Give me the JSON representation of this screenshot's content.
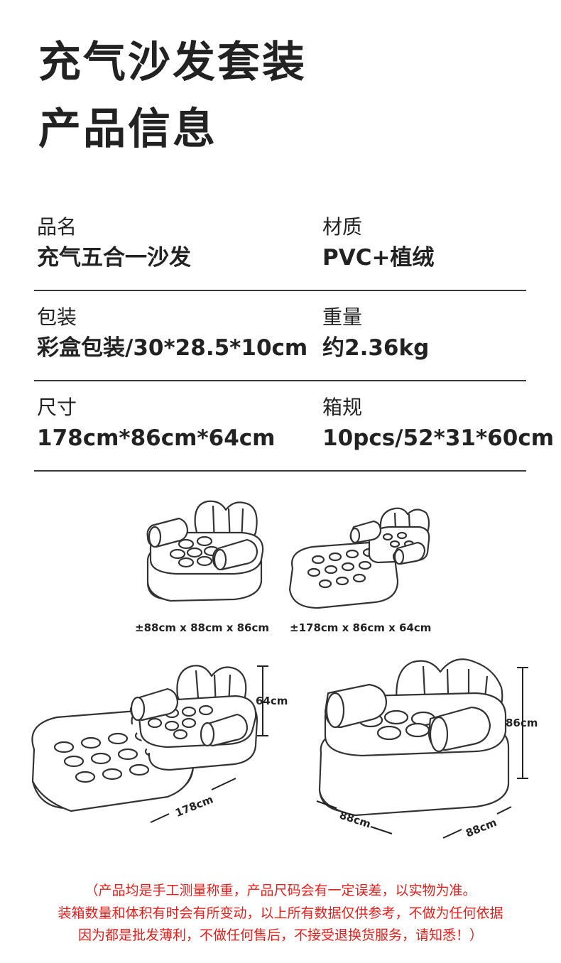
{
  "header": {
    "title_line1": "充气沙发套装",
    "title_line2": "产品信息"
  },
  "specs": [
    {
      "left_label": "品名",
      "left_value": "充气五合一沙发",
      "right_label": "材质",
      "right_value": "PVC+植绒"
    },
    {
      "left_label": "包装",
      "left_value": "彩盒包装/30*28.5*10cm",
      "right_label": "重量",
      "right_value": "约2.36kg"
    },
    {
      "left_label": "尺寸",
      "left_value": "178cm*86cm*64cm",
      "right_label": "箱规",
      "right_value": "10pcs/52*31*60cm"
    }
  ],
  "illustrations": {
    "small_chair_caption": "±88cm x 88cm x 86cm",
    "small_bed_caption": "±178cm x 86cm x 64cm",
    "bed_height": "64cm",
    "bed_length": "178cm",
    "chair_height": "86cm",
    "chair_depth": "88cm",
    "chair_width": "88cm"
  },
  "notes": {
    "line1": "（产品均是手工测量称重，产品尺码会有一定误差，以实物为准。",
    "line2": "装箱数量和体积有时会有所变动，以上所有数据仅供参考，不做为任何依据",
    "line3": "因为都是批发薄利，不做任何售后，不接受退换货服务，请知悉！）"
  },
  "colors": {
    "text": "#222222",
    "note": "#e0201d",
    "rule": "#3a3a3a"
  }
}
